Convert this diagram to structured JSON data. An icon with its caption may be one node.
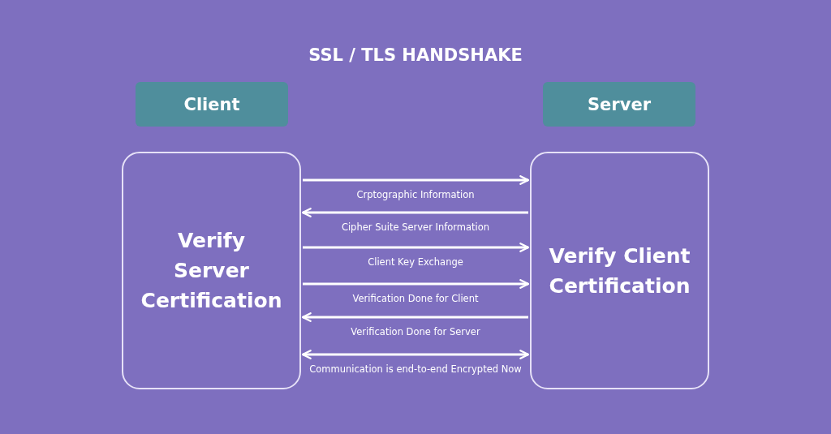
{
  "diagram": {
    "title": "SSL / TLS HANDSHAKE",
    "nodes": [
      {
        "text": [
          "Client"
        ]
      },
      {
        "text": [
          "Server"
        ]
      },
      {
        "text": [
          "Verify Server Certification"
        ]
      },
      {
        "text": [
          "Verify Client Certification"
        ]
      }
    ],
    "edges": [
      {
        "from": 2,
        "to": 3,
        "arrow": "to",
        "label": "Crptographic Information"
      },
      {
        "from": 3,
        "to": 2,
        "arrow": "to",
        "label": "Cipher Suite Server Information"
      },
      {
        "from": 2,
        "to": 3,
        "arrow": "to",
        "label": "Client Key Exchange"
      },
      {
        "from": 2,
        "to": 3,
        "arrow": "to",
        "label": "Verification Done for Client"
      },
      {
        "from": 3,
        "to": 2,
        "arrow": "to",
        "label": "Verification Done for Server"
      },
      {
        "from": 2,
        "to": 3,
        "arrow": "both",
        "label": "Communication is end-to-end Encrypted Now"
      }
    ]
  }
}
